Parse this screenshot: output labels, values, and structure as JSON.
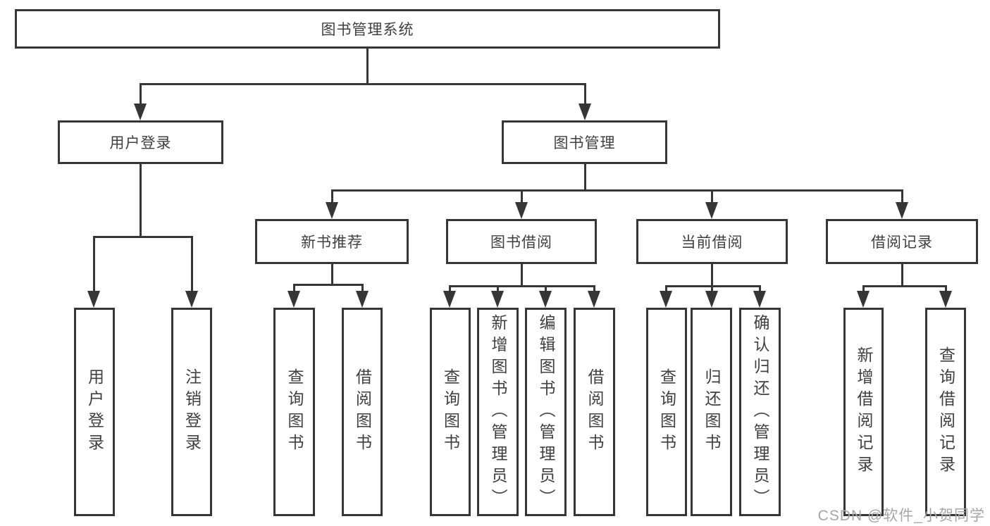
{
  "diagram": {
    "root": "图书管理系统",
    "level2": [
      "用户登录",
      "图书管理"
    ],
    "level3": [
      "新书推荐",
      "图书借阅",
      "当前借阅",
      "借阅记录"
    ],
    "leaves": [
      "用户登录",
      "注销登录",
      "查询图书",
      "借阅图书",
      "查询图书",
      "新增图书（管理员）",
      "编辑图书（管理员）",
      "借阅图书",
      "查询图书",
      "归还图书",
      "确认归还（管理员）",
      "新增借阅记录",
      "查询借阅记录"
    ]
  },
  "watermark": "CSDN @软件_小贺同学",
  "colors": {
    "line": "#363636",
    "text": "#404040",
    "watermark": "#a6a6a6",
    "background": "#ffffff"
  }
}
